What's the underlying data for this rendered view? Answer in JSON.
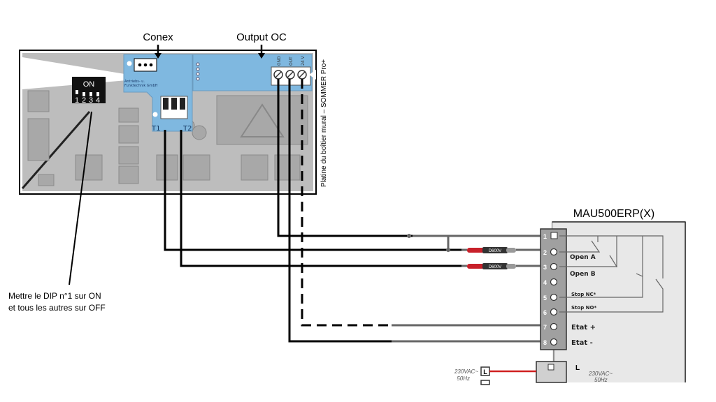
{
  "board": {
    "conex_label": "Conex",
    "output_label": "Output OC",
    "side_label": "Platine du boîtier mural – SOMMER Pro+",
    "dip_on": "ON",
    "dip_numbers": [
      "1",
      "2",
      "3",
      "4"
    ],
    "pcb_text_1": "Antriebs- u.",
    "pcb_text_2": "Funktechnik GmbH",
    "terminal_labels": [
      "GND",
      "OUT",
      "24 V"
    ],
    "t1": "T1",
    "t2": "T2"
  },
  "note": {
    "line1": "Mettre le DIP n°1 sur ON",
    "line2": "et tous les autres sur OFF"
  },
  "device": {
    "title": "MAU500ERP(X)",
    "terminals": [
      "1",
      "2",
      "3",
      "4",
      "5",
      "6",
      "7",
      "8"
    ],
    "labels": {
      "open_a": "Open A",
      "open_b": "Open B",
      "stop_nc": "Stop NC*",
      "stop_no": "Stop NO*",
      "etat_plus": "Etat +",
      "etat_minus": "Etat -"
    },
    "resistor_label": "D600V",
    "power_left_1": "230VAC~",
    "power_left_2": "50Hz",
    "power_l": "L",
    "power_right_1": "230VAC~",
    "power_right_2": "50Hz"
  },
  "colors": {
    "pcb_blue": "#7fb8e0",
    "board_grey": "#bdbdbd",
    "wire": "#000000",
    "resistor_red": "#c8202a",
    "power_red": "#d02020"
  }
}
